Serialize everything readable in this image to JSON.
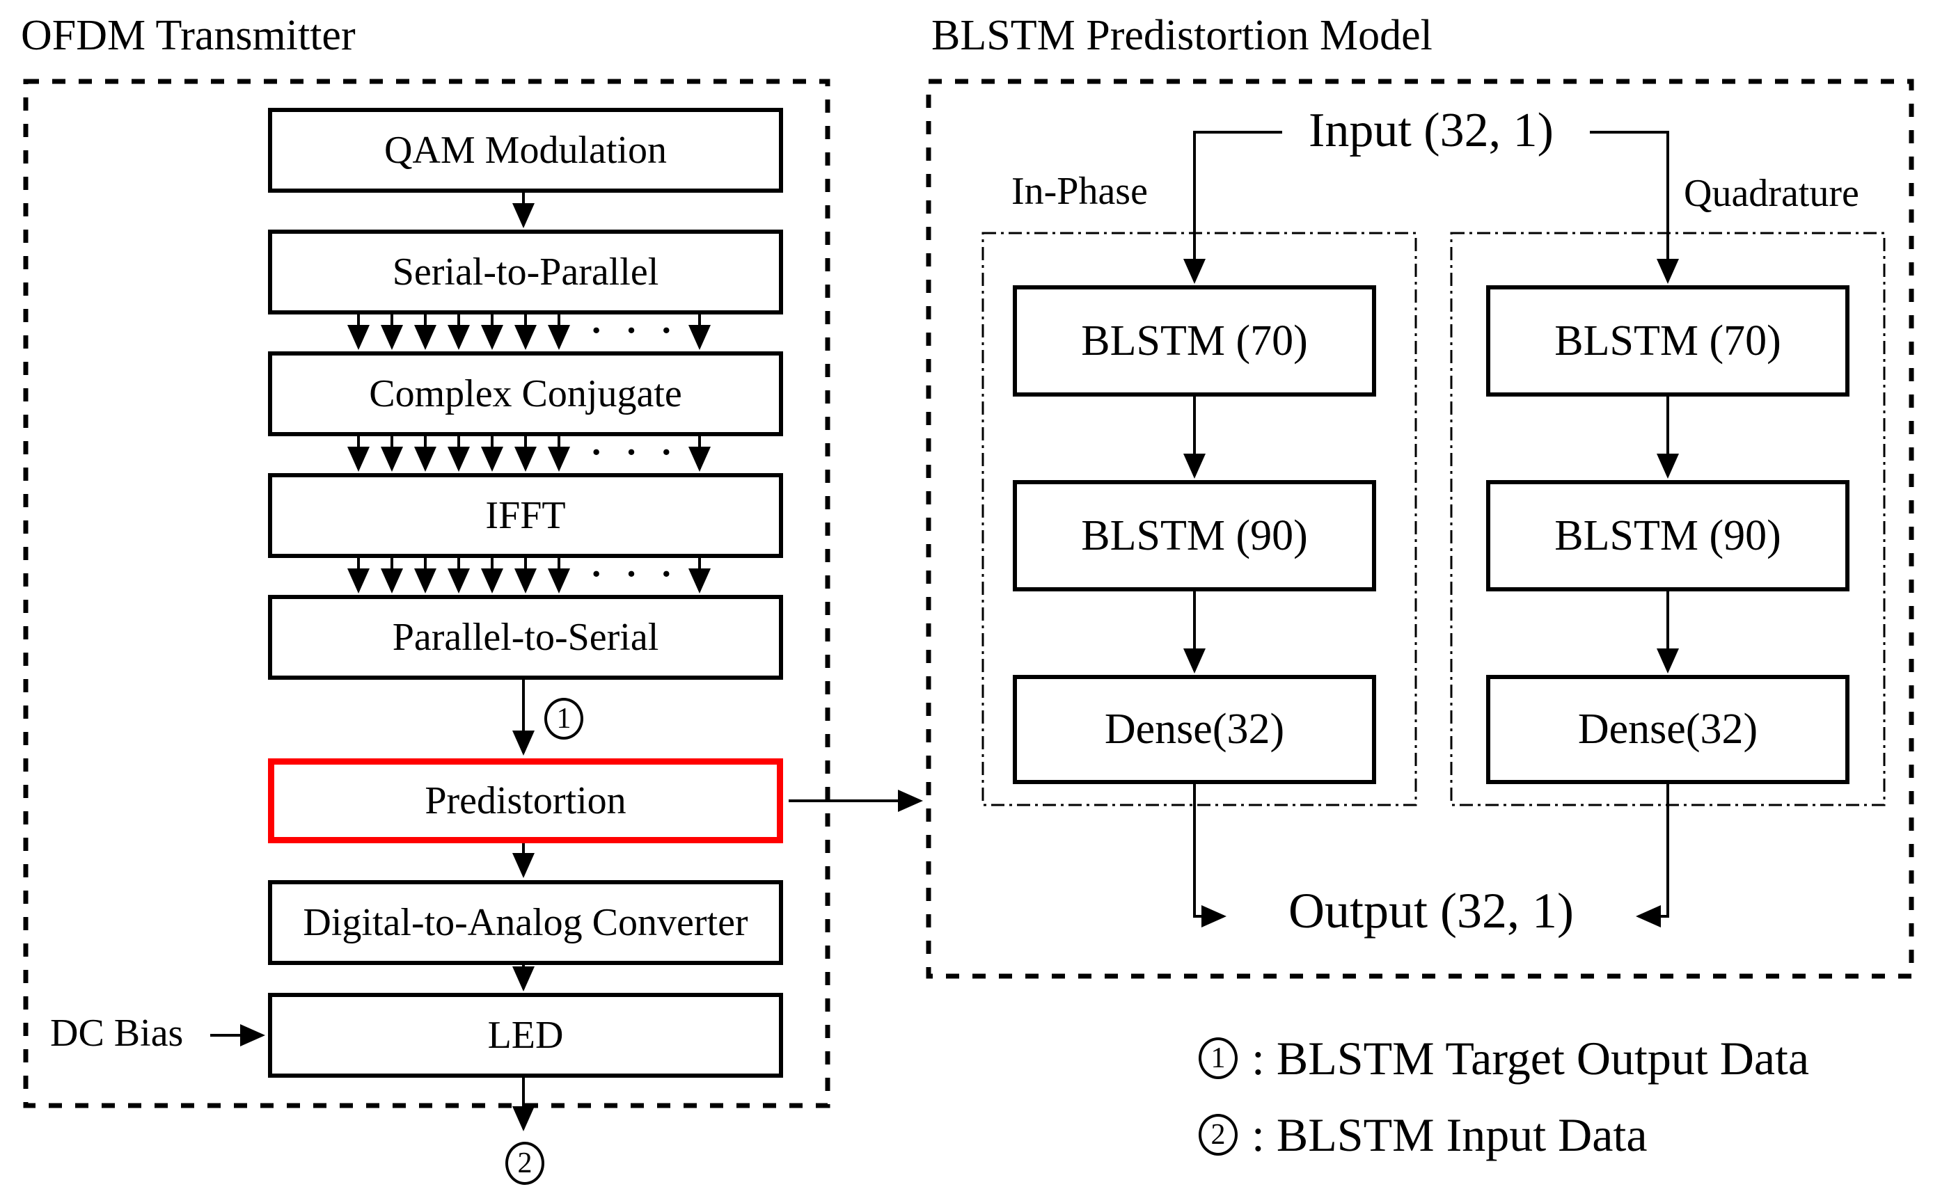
{
  "left_panel": {
    "title": "OFDM Transmitter",
    "blocks": {
      "qam": "QAM Modulation",
      "s2p": "Serial-to-Parallel",
      "conj": "Complex Conjugate",
      "ifft": "IFFT",
      "p2s": "Parallel-to-Serial",
      "predistortion": "Predistortion",
      "dac": "Digital-to-Analog Converter",
      "led": "LED"
    },
    "dc_bias": "DC Bias",
    "marker_target": "1",
    "marker_input": "2",
    "ellipsis": "· · ·"
  },
  "right_panel": {
    "title": "BLSTM Predistortion Model",
    "input_label": "Input (32, 1)",
    "output_label": "Output (32, 1)",
    "in_phase": {
      "name": "In-Phase",
      "layers": {
        "l1": "BLSTM (70)",
        "l2": "BLSTM (90)",
        "l3": "Dense(32)"
      }
    },
    "quadrature": {
      "name": "Quadrature",
      "layers": {
        "l1": "BLSTM (70)",
        "l2": "BLSTM (90)",
        "l3": "Dense(32)"
      }
    }
  },
  "legend": {
    "target_output": {
      "marker": "1",
      "label": ": BLSTM Target Output Data"
    },
    "input_data": {
      "marker": "2",
      "label": ": BLSTM Input Data"
    }
  },
  "colors": {
    "highlight": "#ff0000",
    "line": "#000000",
    "background": "#ffffff"
  }
}
